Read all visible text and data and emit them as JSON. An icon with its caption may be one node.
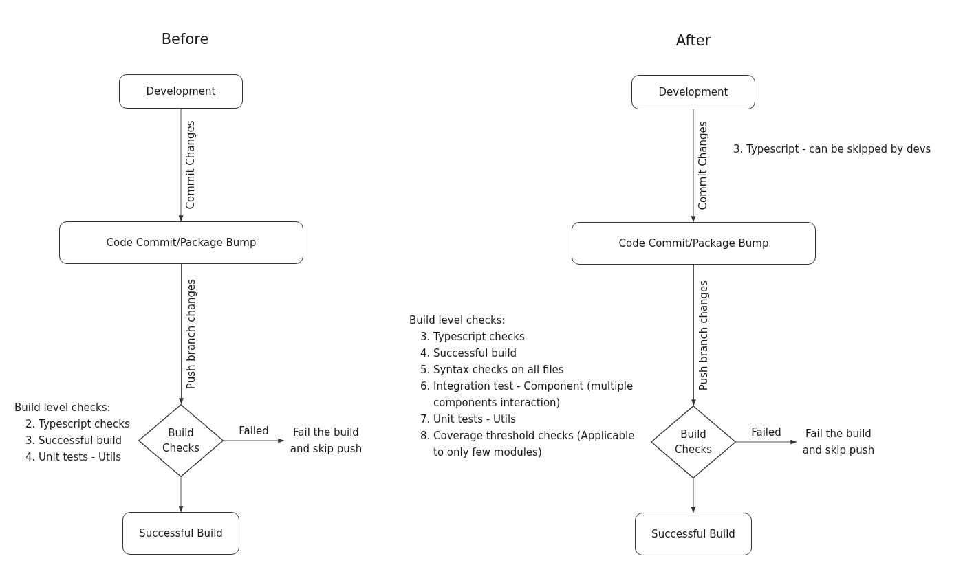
{
  "diagram": {
    "nodes": [
      {
        "text": [
          "Development"
        ]
      },
      {
        "text": [
          "Code Commit/Package Bump"
        ]
      },
      {
        "text": [
          "Build Checks"
        ]
      },
      {
        "text": [
          "Fail the build and skip push"
        ]
      },
      {
        "text": [
          "Successful Build"
        ]
      },
      {
        "text": [
          "Development"
        ]
      },
      {
        "text": [
          "Code Commit/Package Bump"
        ]
      },
      {
        "text": [
          "Build Checks"
        ]
      },
      {
        "text": [
          "Fail the build and skip push"
        ]
      },
      {
        "text": [
          "Successful Build"
        ]
      }
    ],
    "edges": [
      {
        "from": 0,
        "to": 1,
        "arrow": "to",
        "label": "Commit Changes"
      },
      {
        "from": 1,
        "to": 2,
        "arrow": "to",
        "label": "Push branch changes"
      },
      {
        "from": 2,
        "to": 3,
        "arrow": "to",
        "label": "Failed"
      },
      {
        "from": 2,
        "to": 4,
        "arrow": "to"
      },
      {
        "from": 5,
        "to": 6,
        "arrow": "to",
        "label": "Commit Changes"
      },
      {
        "from": 6,
        "to": 7,
        "arrow": "to",
        "label": "Push branch changes"
      },
      {
        "from": 7,
        "to": 8,
        "arrow": "to",
        "label": "Failed"
      },
      {
        "from": 7,
        "to": 9,
        "arrow": "to"
      }
    ],
    "labels": [
      "Before",
      "Build level checks:",
      "2. Typescript checks",
      "3. Successful build",
      "4. Unit tests - Utils",
      "After",
      "3. Typescript - can be skipped by devs",
      "Build level checks:",
      "3. Typescript checks",
      "4. Successful build",
      "5. Syntax checks on all files",
      "6. Integration test - Component (multiple components interaction)",
      "7. Unit tests - Utils",
      "8. Coverage threshold checks (Applicable to only few modules)"
    ]
  }
}
